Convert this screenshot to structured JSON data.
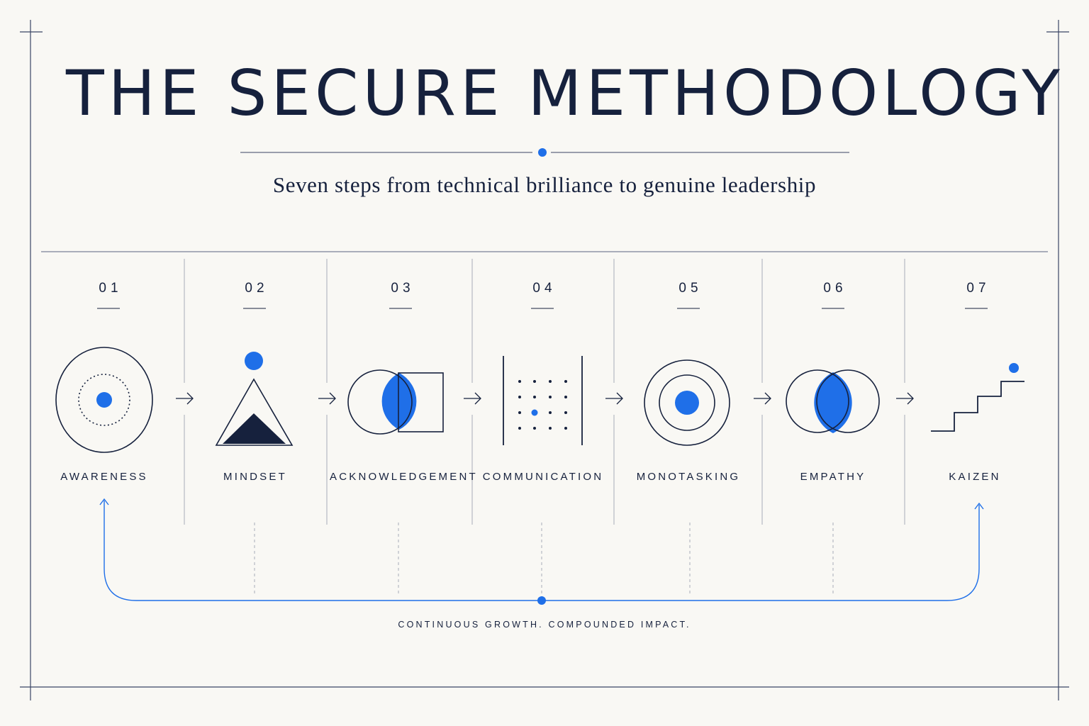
{
  "title": "THE SECURE METHODOLOGY",
  "subtitle": "Seven steps from technical brilliance to genuine leadership",
  "steps": [
    {
      "number": "01",
      "label": "AWARENESS",
      "icon": "concentric-circle-icon"
    },
    {
      "number": "02",
      "label": "MINDSET",
      "icon": "mountain-peak-icon"
    },
    {
      "number": "03",
      "label": "ACKNOWLEDGEMENT",
      "icon": "circle-square-overlap-icon"
    },
    {
      "number": "04",
      "label": "COMMUNICATION",
      "icon": "dot-grid-icon"
    },
    {
      "number": "05",
      "label": "MONOTASKING",
      "icon": "target-icon"
    },
    {
      "number": "06",
      "label": "EMPATHY",
      "icon": "venn-overlap-icon"
    },
    {
      "number": "07",
      "label": "KAIZEN",
      "icon": "staircase-icon"
    }
  ],
  "tagline": "CONTINUOUS GROWTH. COMPOUNDED IMPACT.",
  "colors": {
    "background": "#f9f8f4",
    "ink": "#16213d",
    "accent": "#1f6fe8",
    "rule": "#9a9fae"
  }
}
